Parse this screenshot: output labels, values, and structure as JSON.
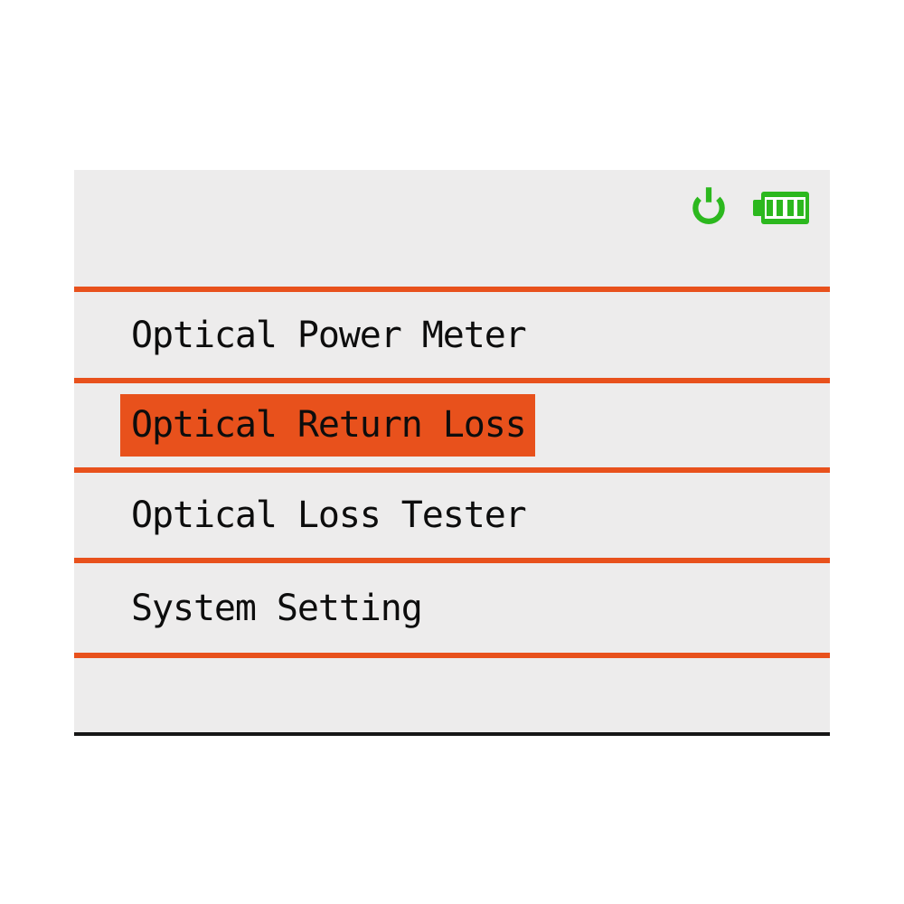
{
  "screen": {
    "page_bg": "#ffffff",
    "panel_bg": "#edecec",
    "accent_orange": "#e8511c",
    "icon_green": "#2cb81e",
    "text_color": "#0d0d0d",
    "bottom_border": "#161616"
  },
  "status_bar": {
    "icons": [
      {
        "name": "power-icon"
      },
      {
        "name": "battery-icon",
        "battery_level_bars": 4,
        "battery_total_bars": 4
      }
    ]
  },
  "menu": {
    "items": [
      {
        "label": "Optical Power Meter",
        "selected": false
      },
      {
        "label": "Optical Return Loss",
        "selected": true
      },
      {
        "label": "Optical Loss Tester",
        "selected": false
      },
      {
        "label": "System Setting",
        "selected": false
      }
    ]
  }
}
